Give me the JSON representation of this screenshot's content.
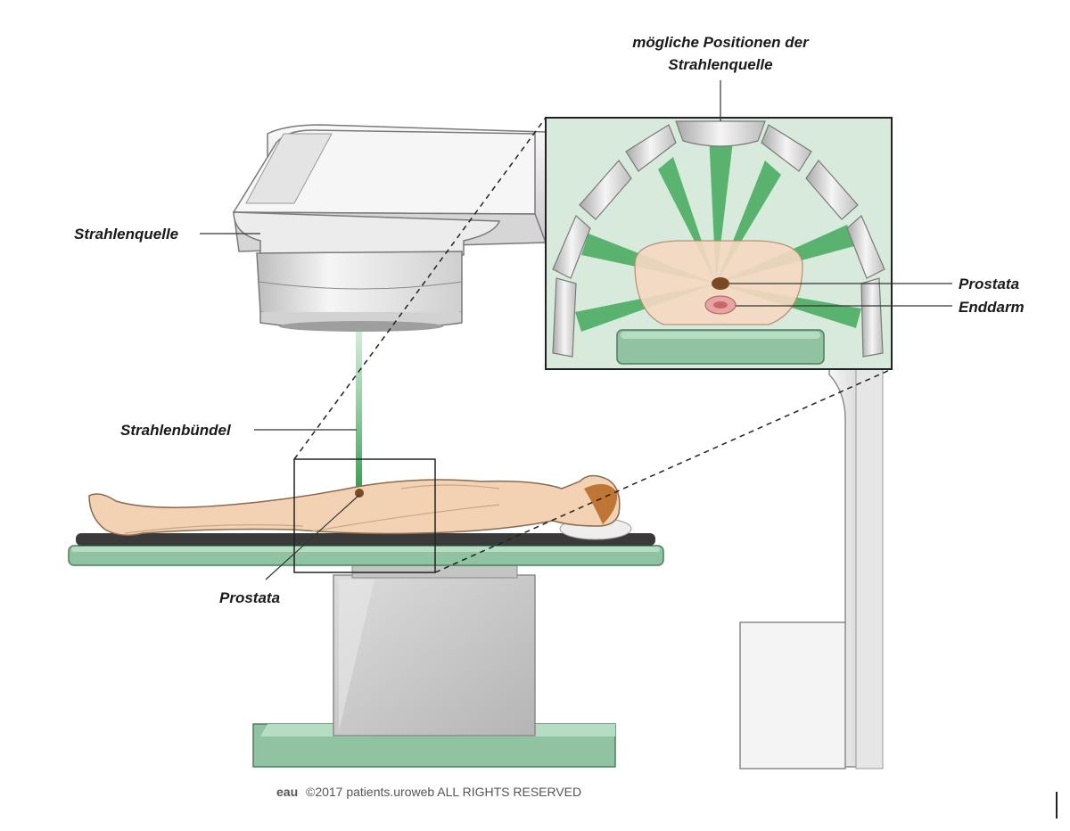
{
  "labels": {
    "positions_line1": "mögliche Positionen der",
    "positions_line2": "Strahlenquelle",
    "source": "Strahlenquelle",
    "beam": "Strahlenbündel",
    "prostate_body": "Prostata",
    "prostate_inset": "Prostata",
    "rectum": "Enddarm"
  },
  "footer": {
    "logo": "eau",
    "copyright": "©2017 patients.uroweb ALL RIGHTS RESERVED"
  },
  "colors": {
    "inset_background": "#d7eadc",
    "beam": "#3aa655",
    "table_green": "#8fc3a2",
    "body_skin": "#f3d2b3",
    "prostate": "#7a4a25",
    "machine_light": "#f2f2f2",
    "machine_shadow": "#bdbdbd"
  }
}
